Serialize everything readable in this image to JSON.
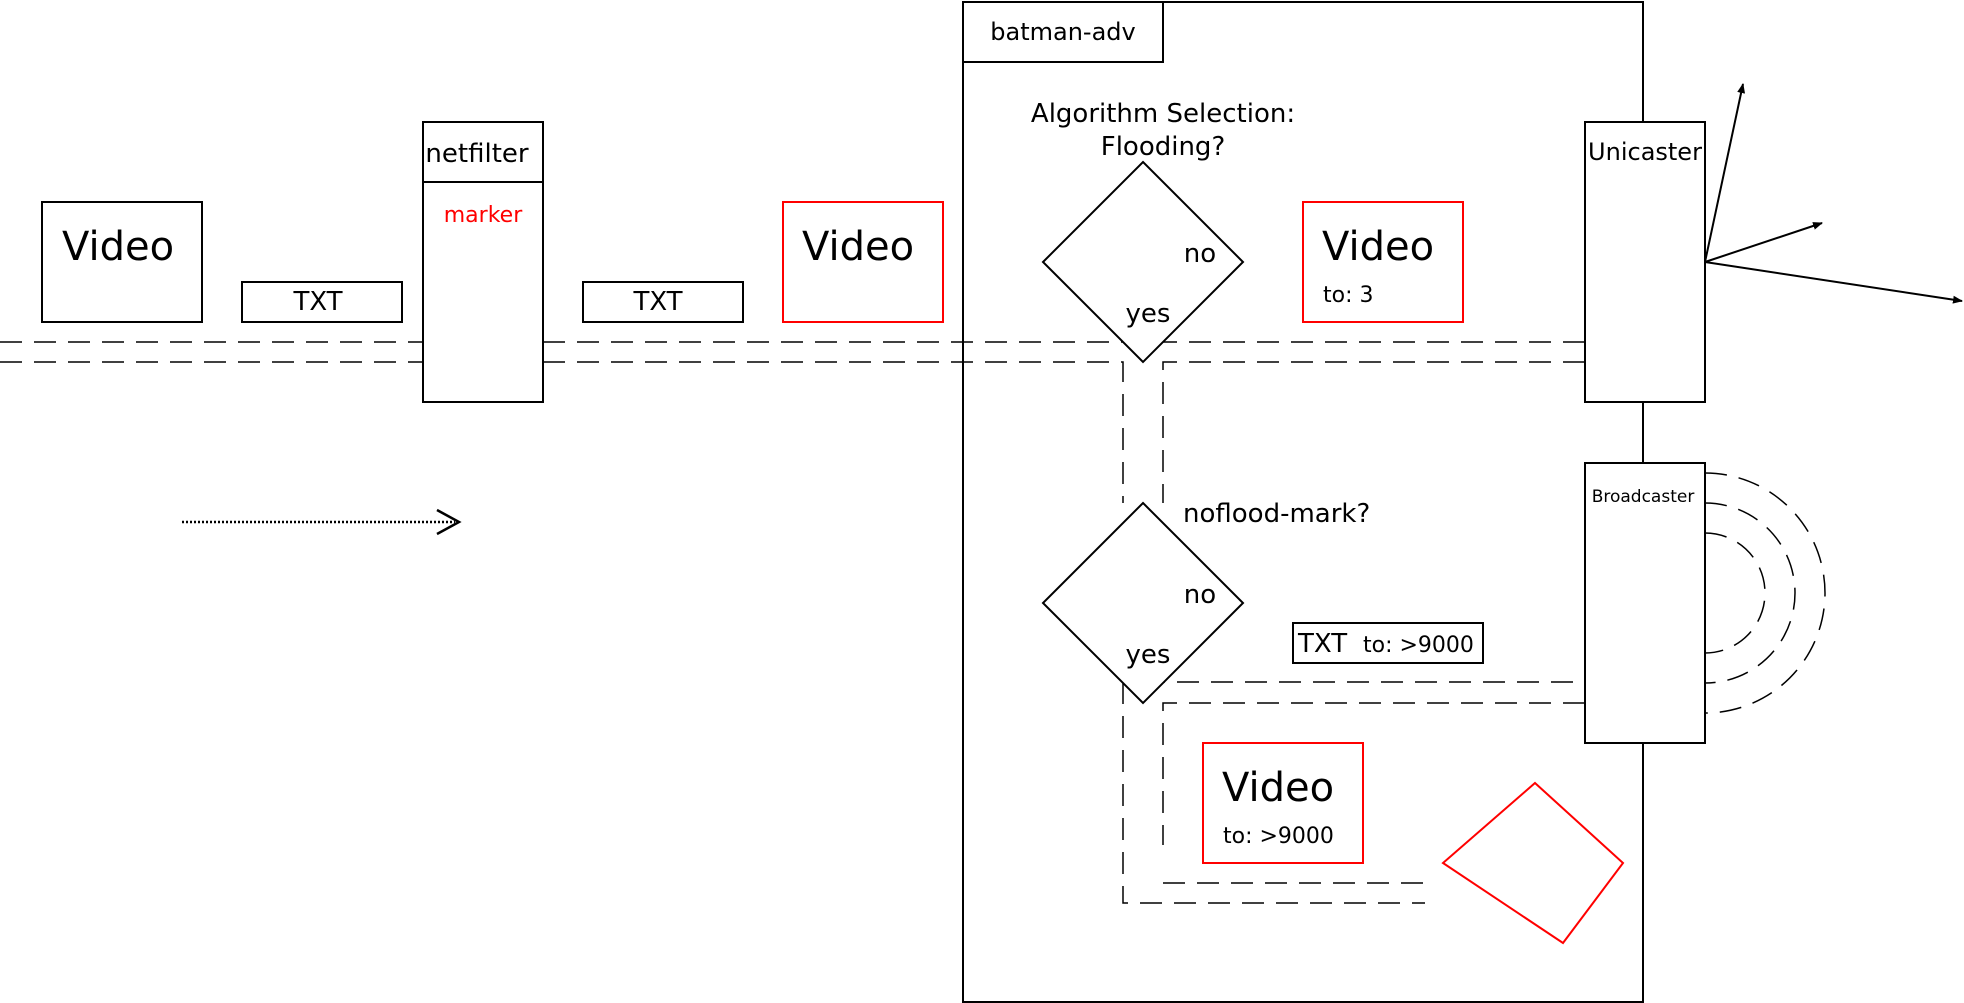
{
  "colors": {
    "stroke": "#000000",
    "highlight": "#ff0000"
  },
  "packets": {
    "video_left": "Video",
    "txt_left": "TXT",
    "txt_mid": "TXT",
    "video_mid": "Video",
    "video_top_right": "Video",
    "video_top_right_to": "to: 3",
    "txt_lower": "TXT",
    "txt_lower_to": "to: >9000",
    "video_bottom": "Video",
    "video_bottom_to": "to: >9000"
  },
  "netfilter": {
    "label": "netfilter",
    "marker": "marker"
  },
  "batman": {
    "title": "batman-adv"
  },
  "decision1": {
    "question_line1": "Algorithm Selection:",
    "question_line2": "Flooding?",
    "no": "no",
    "yes": "yes"
  },
  "decision2": {
    "question": "noflood-mark?",
    "no": "no",
    "yes": "yes"
  },
  "unicaster": {
    "label": "Unicaster"
  },
  "broadcaster": {
    "label": "Broadcaster"
  }
}
